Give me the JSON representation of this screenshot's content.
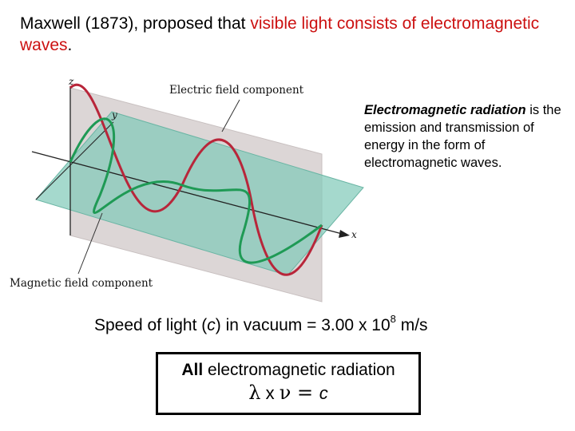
{
  "intro": {
    "prefix": "Maxwell (1873), proposed that ",
    "highlight": "visible light consists of electromagnetic waves",
    "suffix": "."
  },
  "side": {
    "term": "Electromagnetic radiation",
    "rest": " is the emission and transmission of energy in the form of electromagnetic waves."
  },
  "diagram": {
    "electric_label": "Electric field component",
    "magnetic_label": "Magnetic field component",
    "axis_z": "z",
    "axis_y": "y",
    "axis_x": "x"
  },
  "speed": {
    "before": "Speed of light (",
    "symbol": "c",
    "middle": ") in vacuum = 3.00 x 10",
    "exponent": "8",
    "unit": " m/s"
  },
  "box": {
    "line1_bold": "All",
    "line1_rest": " electromagnetic radiation",
    "lambda": "λ",
    "times": " x ",
    "nu": "ν",
    "equals": " = ",
    "c": "c"
  },
  "colors": {
    "electric_wave": "#b8263a",
    "magnetic_wave": "#1f9a55",
    "highlight_text": "#cc1111"
  }
}
